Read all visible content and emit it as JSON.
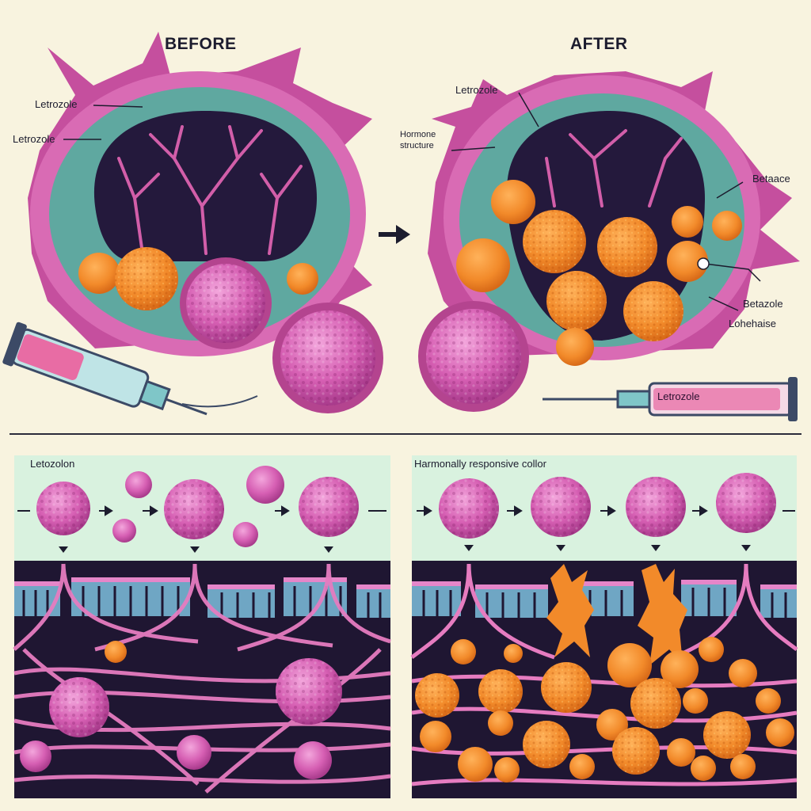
{
  "panels": {
    "before_heading": "BEFORE",
    "after_heading": "AFTER"
  },
  "before_labels": {
    "top": "Letrozole",
    "left": "Letrozole"
  },
  "after_labels": {
    "top": "Letrozole",
    "structure_line1": "Hormone",
    "structure_line2": "structure",
    "right_top": "Betaace",
    "right_mid": "Betazole",
    "right_low": "Lohehaise"
  },
  "syringe_label": "Letrozole",
  "strip_labels": {
    "left": "Letozolon",
    "right": "Harmonally responsive collor"
  },
  "colors": {
    "background": "#f8f3df",
    "membrane": "#d96bb4",
    "stroma": "#5fa8a0",
    "cavity": "#24193c",
    "tumor_cell": "#cf5cae",
    "responsive_cell": "#f2892c",
    "strip_bg": "#d9f2df",
    "tissue_dark": "#1f1632"
  },
  "icons": [
    "arrow-right-icon",
    "syringe-icon",
    "arrow-down-icon"
  ]
}
